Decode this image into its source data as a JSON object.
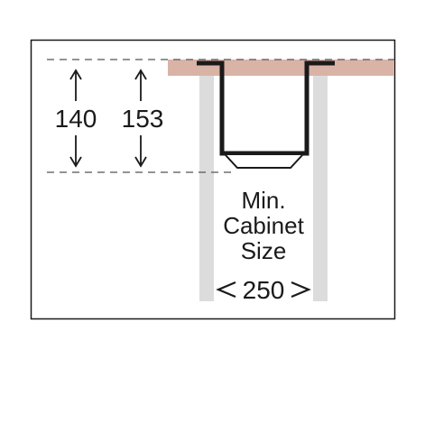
{
  "dimensions": {
    "depth_bowl": "140",
    "depth_overall": "153",
    "cabinet_width": "250"
  },
  "cabinet": {
    "label_line1": "Min.",
    "label_line2": "Cabinet",
    "label_line3": "Size"
  },
  "colors": {
    "frame": "#1a1a1a",
    "countertop": "#d9b3a6",
    "cabinet_wall": "#dcdcdc",
    "sink": "#1a1a1a",
    "dashed_line": "#555555"
  }
}
